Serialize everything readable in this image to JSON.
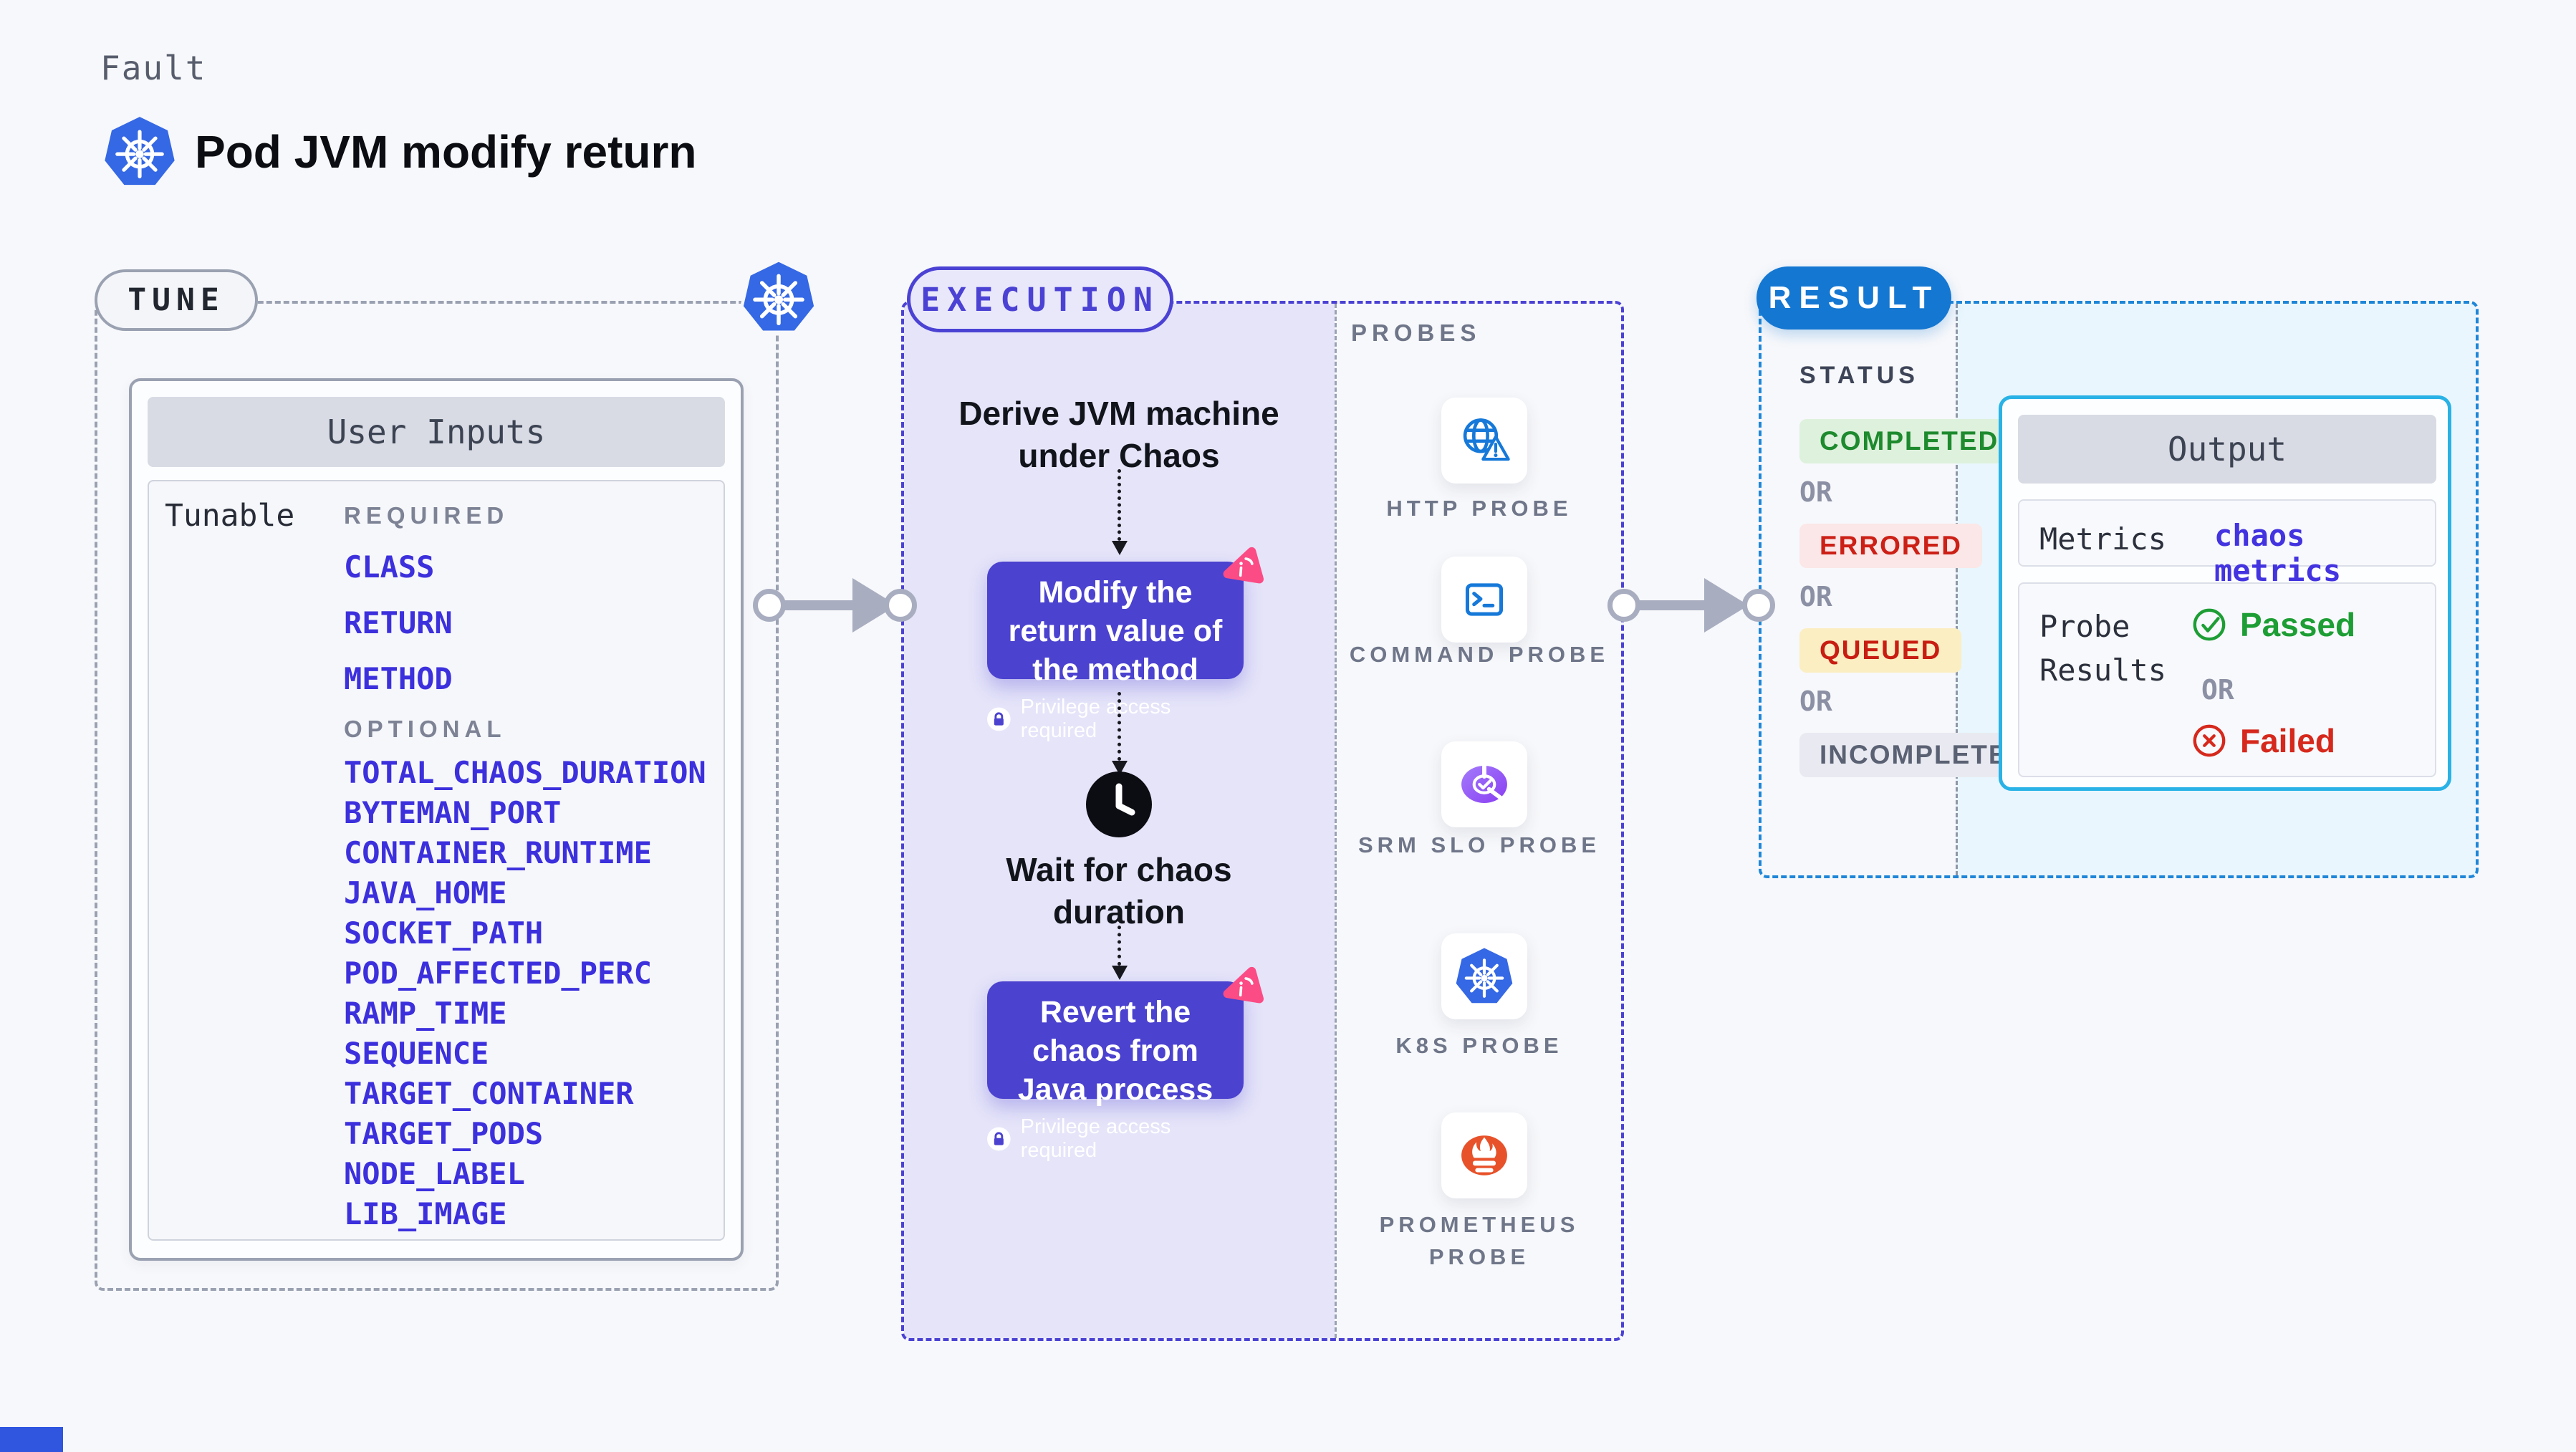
{
  "page": {
    "eyebrow": "Fault",
    "title": "Pod JVM modify return",
    "bg": "#f7f8fb"
  },
  "tune": {
    "label": "TUNE",
    "card_header": "User Inputs",
    "row_label": "Tunable",
    "required_label": "REQUIRED",
    "required_items": [
      "CLASS",
      "RETURN",
      "METHOD"
    ],
    "optional_label": "OPTIONAL",
    "optional_items": [
      "TOTAL_CHAOS_DURATION",
      "BYTEMAN_PORT",
      "CONTAINER_RUNTIME",
      "JAVA_HOME",
      "SOCKET_PATH",
      "POD_AFFECTED_PERC",
      "RAMP_TIME",
      "SEQUENCE",
      "TARGET_CONTAINER",
      "TARGET_PODS",
      "NODE_LABEL",
      "LIB_IMAGE"
    ],
    "accent": "#3c30dd"
  },
  "execution": {
    "label": "EXECUTION",
    "accent": "#4b42d4",
    "fill": "#e5e4f9",
    "action_bg": "#4b42cf",
    "step_derive": "Derive JVM machine under Chaos",
    "action_modify": "Modify the return value of the method",
    "privilege_badge": "Privilege access required",
    "step_wait": "Wait for chaos duration",
    "action_revert": "Revert the chaos from Java process"
  },
  "probes": {
    "label": "PROBES",
    "items": [
      {
        "name": "HTTP PROBE",
        "icon": "http-probe-icon"
      },
      {
        "name": "COMMAND PROBE",
        "icon": "command-probe-icon"
      },
      {
        "name": "SRM SLO PROBE",
        "icon": "srm-slo-probe-icon"
      },
      {
        "name": "K8S PROBE",
        "icon": "k8s-probe-icon"
      },
      {
        "name": "PROMETHEUS PROBE",
        "icon": "prometheus-probe-icon"
      }
    ]
  },
  "result": {
    "label": "RESULT",
    "accent": "#1477d2",
    "frame_color": "#1e86d8",
    "fill": "#e9f6fd",
    "status_label": "STATUS",
    "or_label": "OR",
    "statuses": [
      {
        "label": "COMPLETED",
        "fg": "#1d8a2e",
        "bg": "#def1dc"
      },
      {
        "label": "ERRORED",
        "fg": "#cc2016",
        "bg": "#fbe7e7"
      },
      {
        "label": "QUEUED",
        "fg": "#c81d12",
        "bg": "#fbeec3"
      },
      {
        "label": "INCOMPLETED",
        "fg": "#5a6173",
        "bg": "#e9eaf1"
      }
    ],
    "output": {
      "header": "Output",
      "metrics_label": "Metrics",
      "metrics_value": "chaos metrics",
      "metrics_value_color": "#4334e0",
      "probe_results_label": "Probe Results",
      "passed_label": "Passed",
      "passed_color": "#1d9e35",
      "failed_label": "Failed",
      "failed_color": "#d6281c"
    }
  }
}
